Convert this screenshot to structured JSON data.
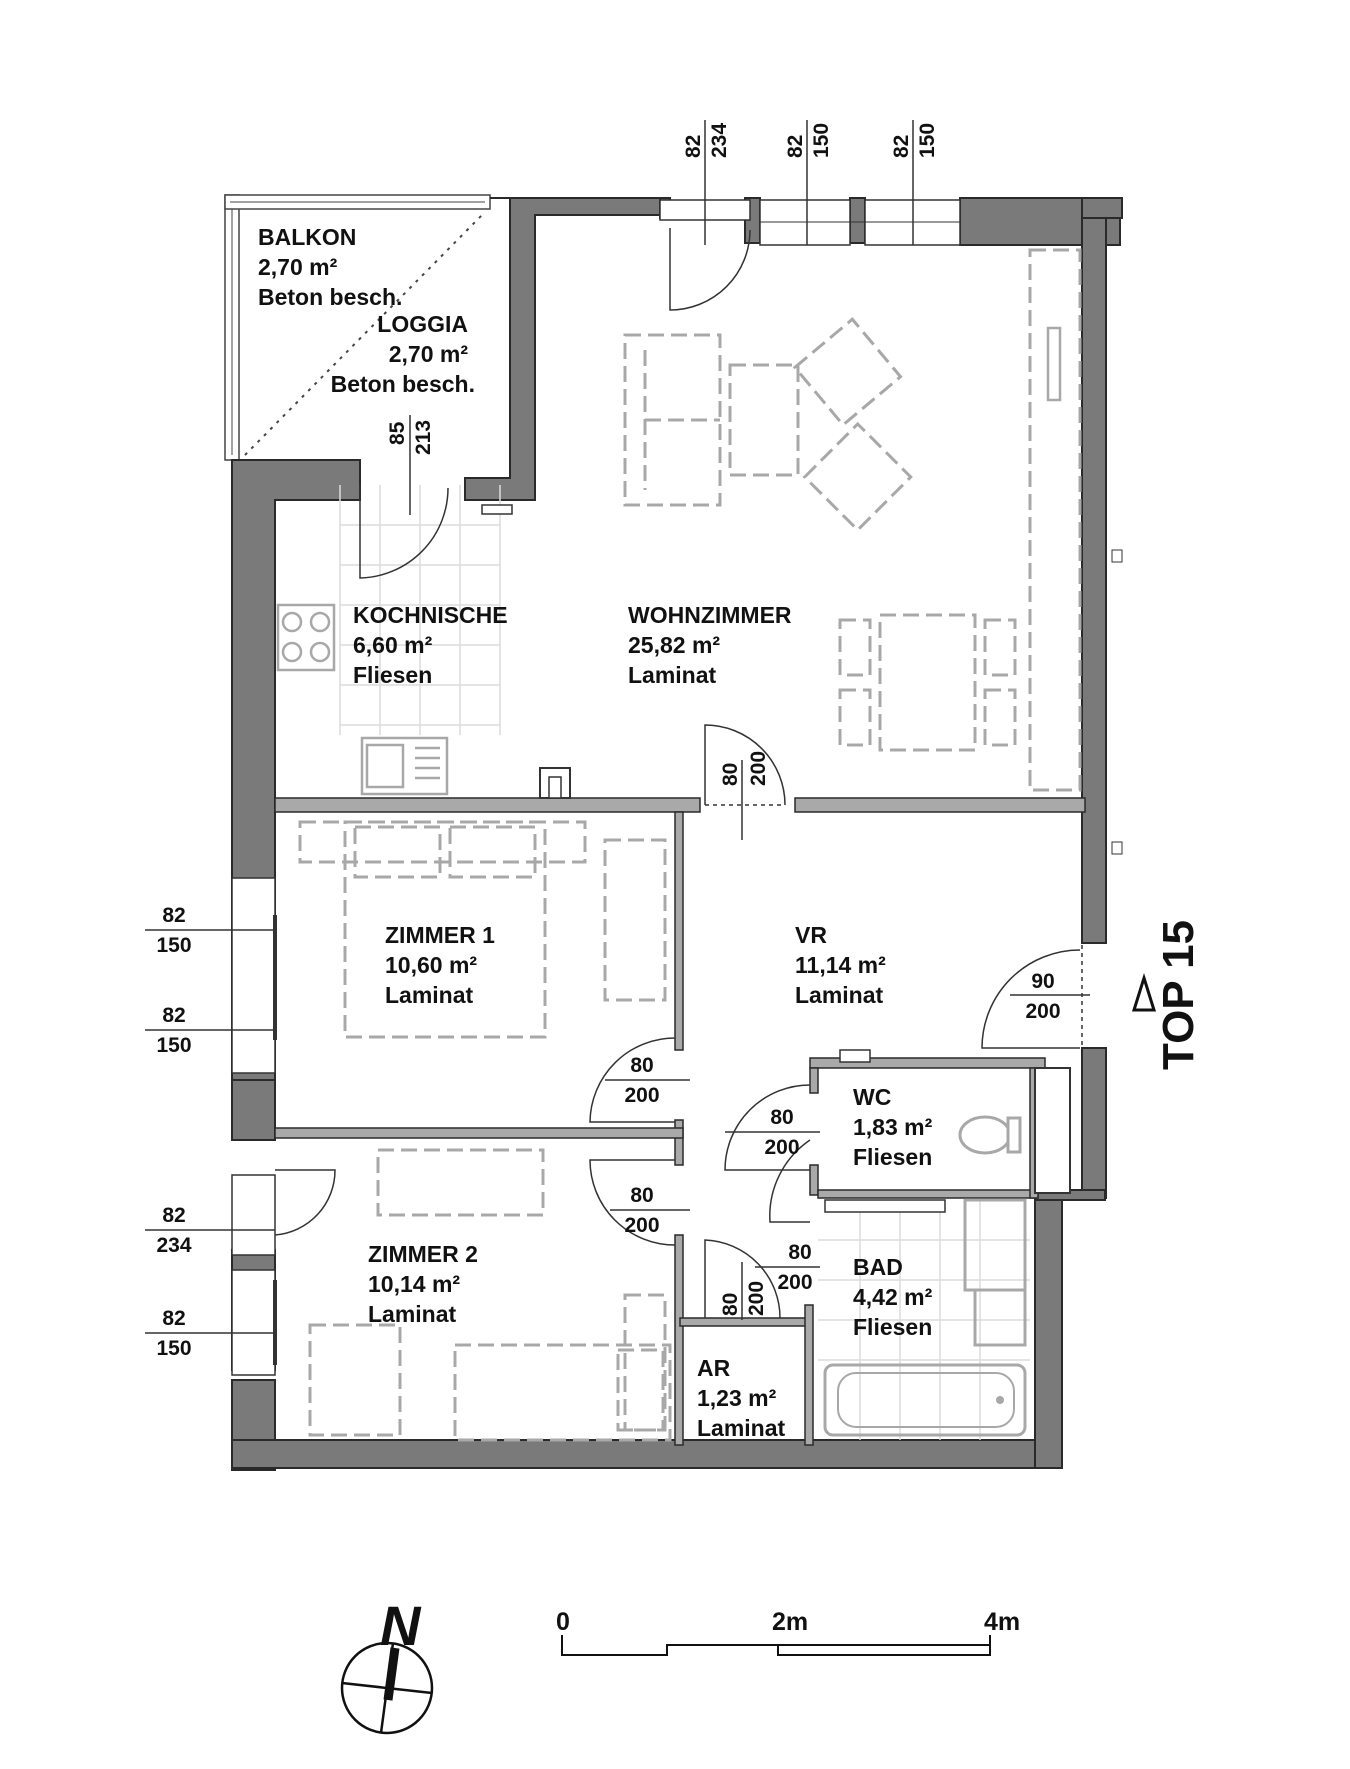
{
  "rooms": {
    "balkon": {
      "name": "BALKON",
      "area": "2,70 m²",
      "floor": "Beton besch."
    },
    "loggia": {
      "name": "LOGGIA",
      "area": "2,70 m²",
      "floor": "Beton besch."
    },
    "kochnische": {
      "name": "KOCHNISCHE",
      "area": "6,60 m²",
      "floor": "Fliesen"
    },
    "wohnzimmer": {
      "name": "WOHNZIMMER",
      "area": "25,82 m²",
      "floor": "Laminat"
    },
    "zimmer1": {
      "name": "ZIMMER 1",
      "area": "10,60 m²",
      "floor": "Laminat"
    },
    "vr": {
      "name": "VR",
      "area": "11,14 m²",
      "floor": "Laminat"
    },
    "wc": {
      "name": "WC",
      "area": "1,83 m²",
      "floor": "Fliesen"
    },
    "zimmer2": {
      "name": "ZIMMER 2",
      "area": "10,14 m²",
      "floor": "Laminat"
    },
    "bad": {
      "name": "BAD",
      "area": "4,42 m²",
      "floor": "Fliesen"
    },
    "ar": {
      "name": "AR",
      "area": "1,23 m²",
      "floor": "Laminat"
    }
  },
  "openings": {
    "top_door": {
      "w": "82",
      "h": "234"
    },
    "top_window1": {
      "w": "82",
      "h": "150"
    },
    "top_window2": {
      "w": "82",
      "h": "150"
    },
    "loggia_door": {
      "w": "85",
      "h": "213"
    },
    "wohn_door": {
      "w": "80",
      "h": "200"
    },
    "entrance_door": {
      "w": "90",
      "h": "200"
    },
    "z1_window1": {
      "w": "82",
      "h": "150"
    },
    "z1_window2": {
      "w": "82",
      "h": "150"
    },
    "z1_door": {
      "w": "80",
      "h": "200"
    },
    "wc_door": {
      "w": "80",
      "h": "200"
    },
    "z2_door": {
      "w": "80",
      "h": "200"
    },
    "z2_balcony_door": {
      "w": "82",
      "h": "234"
    },
    "z2_window": {
      "w": "82",
      "h": "150"
    },
    "bad_door": {
      "w": "80",
      "h": "200"
    },
    "ar_door": {
      "w": "80",
      "h": "200"
    }
  },
  "unit_label": "TOP 15",
  "north_label": "N",
  "scale": {
    "start": "0",
    "mid": "2m",
    "end": "4m"
  }
}
